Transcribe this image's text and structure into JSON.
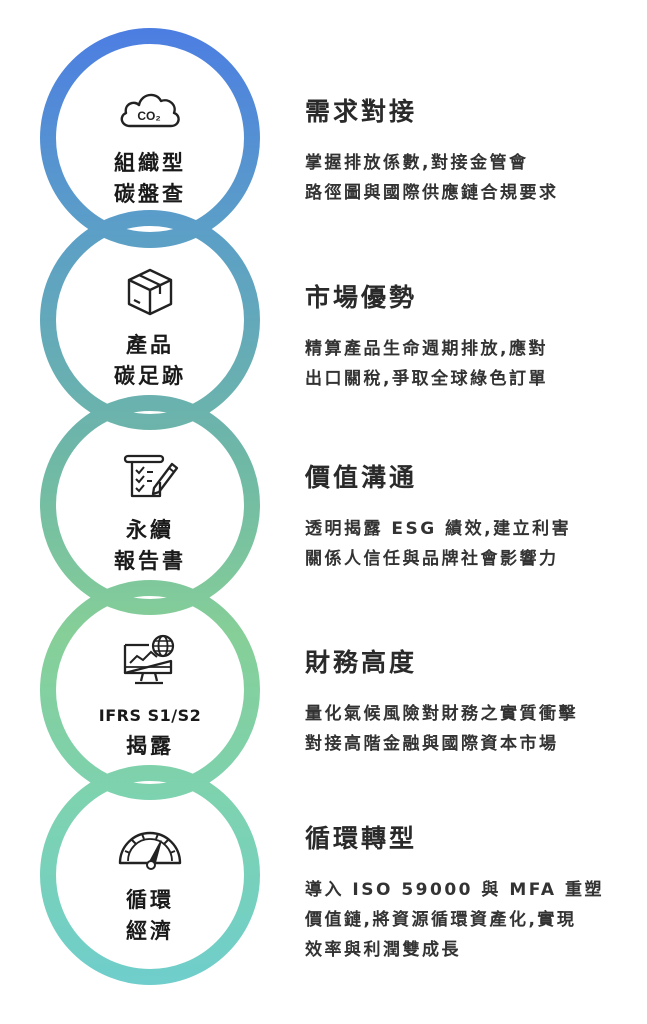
{
  "colors": {
    "ring_top": "#4f7fe0",
    "ring_mid": "#7fc9a0",
    "ring_bottom": "#6fcfd0",
    "text_dark": "#222222"
  },
  "items": [
    {
      "icon": "co2-cloud-icon",
      "icon_text": "CO₂",
      "label_lines": [
        "組織型",
        "碳盤查"
      ],
      "title": "需求對接",
      "desc_lines": [
        "掌握排放係數,對接金管會",
        "路徑圖與國際供應鏈合規要求"
      ]
    },
    {
      "icon": "box-icon",
      "label_lines": [
        "產品",
        "碳足跡"
      ],
      "title": "市場優勢",
      "desc_lines": [
        "精算產品生命週期排放,應對",
        "出口關稅,爭取全球綠色訂單"
      ]
    },
    {
      "icon": "checklist-pen-icon",
      "label_lines": [
        "永續",
        "報告書"
      ],
      "title": "價值溝通",
      "desc_lines": [
        "透明揭露 ESG 績效,建立利害",
        "關係人信任與品牌社會影響力"
      ]
    },
    {
      "icon": "globe-monitor-icon",
      "label_lines": [
        "IFRS S1/S2",
        "揭露"
      ],
      "title": "財務高度",
      "desc_lines": [
        "量化氣候風險對財務之實質衝擊",
        "對接高階金融與國際資本市場"
      ]
    },
    {
      "icon": "gauge-icon",
      "label_lines": [
        "循環",
        "經濟"
      ],
      "title": "循環轉型",
      "desc_lines": [
        "導入 ISO 59000 與 MFA 重塑",
        "價值鏈,將資源循環資產化,實現",
        "效率與利潤雙成長"
      ]
    }
  ]
}
